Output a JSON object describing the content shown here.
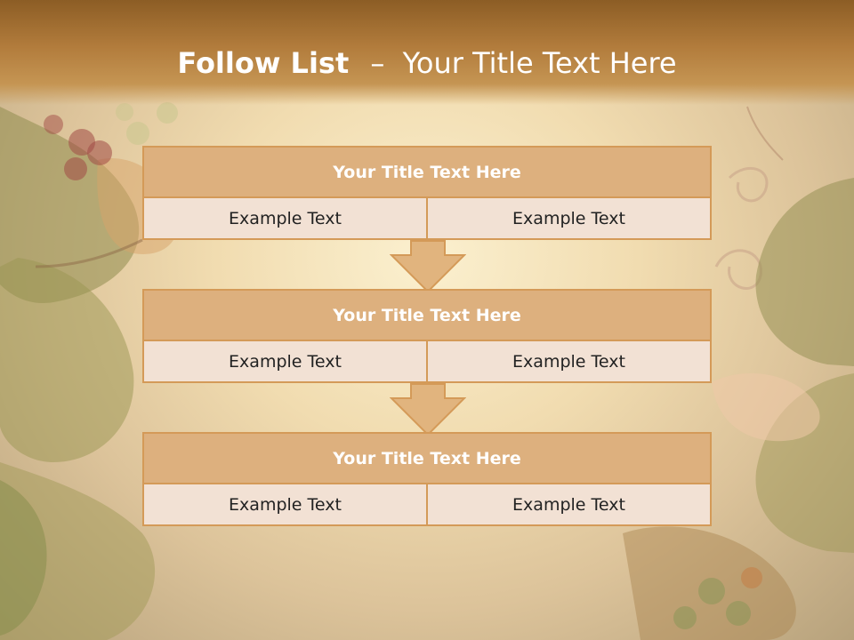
{
  "slide": {
    "title_strong": "Follow List",
    "title_dash": "–",
    "title_rest": "Your Title Text Here"
  },
  "colors": {
    "title_bar": "#b27c3c",
    "block_header": "#ddb07e",
    "block_cell": "#f2e1d4",
    "border": "#d49a58",
    "arrow": "#e1b47e"
  },
  "blocks": [
    {
      "title": "Your Title Text Here",
      "left": "Example Text",
      "right": "Example Text"
    },
    {
      "title": "Your Title Text Here",
      "left": "Example Text",
      "right": "Example Text"
    },
    {
      "title": "Your Title Text Here",
      "left": "Example Text",
      "right": "Example Text"
    }
  ]
}
